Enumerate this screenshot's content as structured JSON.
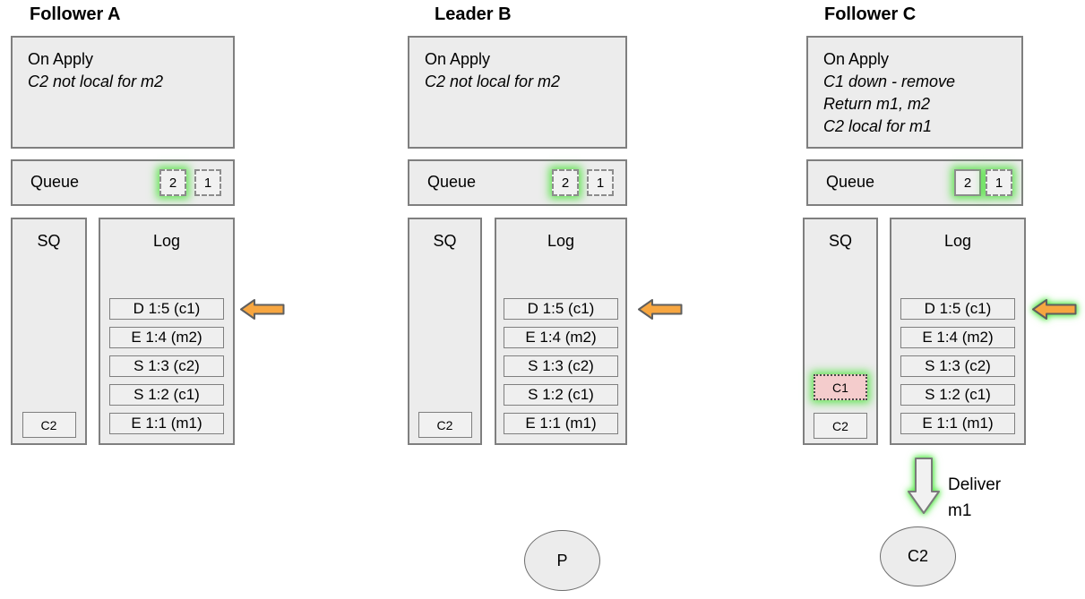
{
  "colors": {
    "box_fill": "#ececec",
    "box_border": "#7f7f7f",
    "entry_fill": "#efefef",
    "highlight_green": "#4ae238",
    "removed_pink": "#f4cccc",
    "arrow_orange": "#f7a640"
  },
  "columns": [
    {
      "title": "Follower A",
      "on_apply": {
        "title": "On Apply",
        "notes": [
          "C2 not local for m2"
        ]
      },
      "queue": {
        "label": "Queue",
        "items": [
          {
            "value": "2",
            "border": "dashed",
            "glow": true
          },
          {
            "value": "1",
            "border": "dashed",
            "glow": false
          }
        ]
      },
      "sq": {
        "label": "SQ",
        "items": [
          {
            "value": "C2",
            "state": "normal"
          }
        ]
      },
      "log": {
        "label": "Log",
        "entries": [
          "D 1:5 (c1)",
          "E 1:4 (m2)",
          "S 1:3 (c2)",
          "S 1:2 (c1)",
          "E 1:1 (m1)"
        ]
      },
      "apply_arrow": {
        "icon": "arrow-left",
        "glow": false
      }
    },
    {
      "title": "Leader B",
      "on_apply": {
        "title": "On Apply",
        "notes": [
          "C2 not local for m2"
        ]
      },
      "queue": {
        "label": "Queue",
        "items": [
          {
            "value": "2",
            "border": "dashed",
            "glow": true
          },
          {
            "value": "1",
            "border": "dashed",
            "glow": false
          }
        ]
      },
      "sq": {
        "label": "SQ",
        "items": [
          {
            "value": "C2",
            "state": "normal"
          }
        ]
      },
      "log": {
        "label": "Log",
        "entries": [
          "D 1:5 (c1)",
          "E 1:4 (m2)",
          "S 1:3 (c2)",
          "S 1:2 (c1)",
          "E 1:1 (m1)"
        ]
      },
      "apply_arrow": {
        "icon": "arrow-left",
        "glow": false
      },
      "process": {
        "label": "P"
      }
    },
    {
      "title": "Follower C",
      "on_apply": {
        "title": "On Apply",
        "notes": [
          "C1 down - remove",
          "Return m1, m2",
          "C2 local for m1"
        ]
      },
      "queue": {
        "label": "Queue",
        "items": [
          {
            "value": "2",
            "border": "solid",
            "glow": true
          },
          {
            "value": "1",
            "border": "dashed",
            "glow": true
          }
        ]
      },
      "sq": {
        "label": "SQ",
        "items": [
          {
            "value": "C1",
            "state": "removed"
          },
          {
            "value": "C2",
            "state": "normal"
          }
        ]
      },
      "log": {
        "label": "Log",
        "entries": [
          "D 1:5 (c1)",
          "E 1:4 (m2)",
          "S 1:3 (c2)",
          "S 1:2 (c1)",
          "E 1:1 (m1)"
        ]
      },
      "apply_arrow": {
        "icon": "arrow-left",
        "glow": true
      },
      "deliver": {
        "icon": "arrow-down",
        "glow": true,
        "label_lines": [
          "Deliver",
          "m1"
        ]
      },
      "consumer": {
        "label": "C2"
      }
    }
  ]
}
